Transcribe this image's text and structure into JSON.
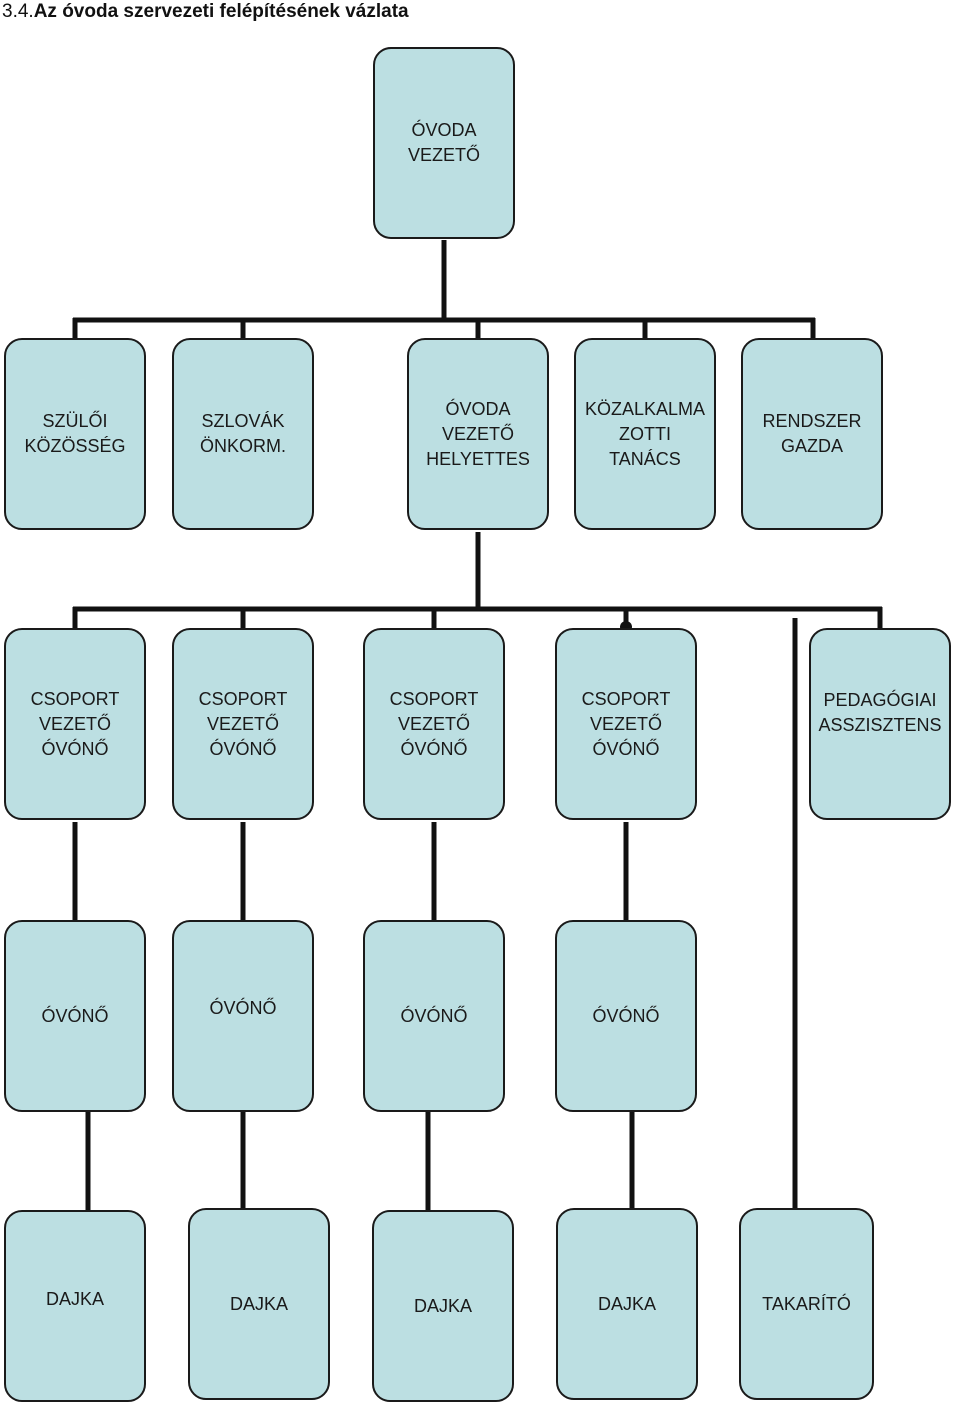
{
  "title": {
    "number": "3.4.",
    "text": "Az óvoda szervezeti felépítésének vázlata"
  },
  "nodes": {
    "head": "ÓVODA\nVEZETŐ",
    "parents": "SZÜLŐI\nKÖZÖSSÉG",
    "slovak": "SZLOVÁK\nÖNKORM.",
    "deputy": "ÓVODA\nVEZETŐ\nHELYETTES",
    "council": "KÖZALKALMA\nZOTTI\nTANÁCS",
    "sysadmin": "RENDSZER\nGAZDA",
    "group1": "CSOPORT\nVEZETŐ\nÓVÓNŐ",
    "group2": "CSOPORT\nVEZETŐ\nÓVÓNŐ",
    "group3": "CSOPORT\nVEZETŐ\nÓVÓNŐ",
    "group4": "CSOPORT\nVEZETŐ\nÓVÓNŐ",
    "assistant": "PEDAGÓGIAI\nASSZISZTENS",
    "teacher1": "ÓVÓNŐ",
    "teacher2": "ÓVÓNŐ",
    "teacher3": "ÓVÓNŐ",
    "teacher4": "ÓVÓNŐ",
    "nanny1": "DAJKA",
    "nanny2": "DAJKA",
    "nanny3": "DAJKA",
    "nanny4": "DAJKA",
    "cleaner": "TAKARÍTÓ"
  },
  "colors": {
    "box_fill": "#bcdfe2",
    "line": "#111111"
  }
}
